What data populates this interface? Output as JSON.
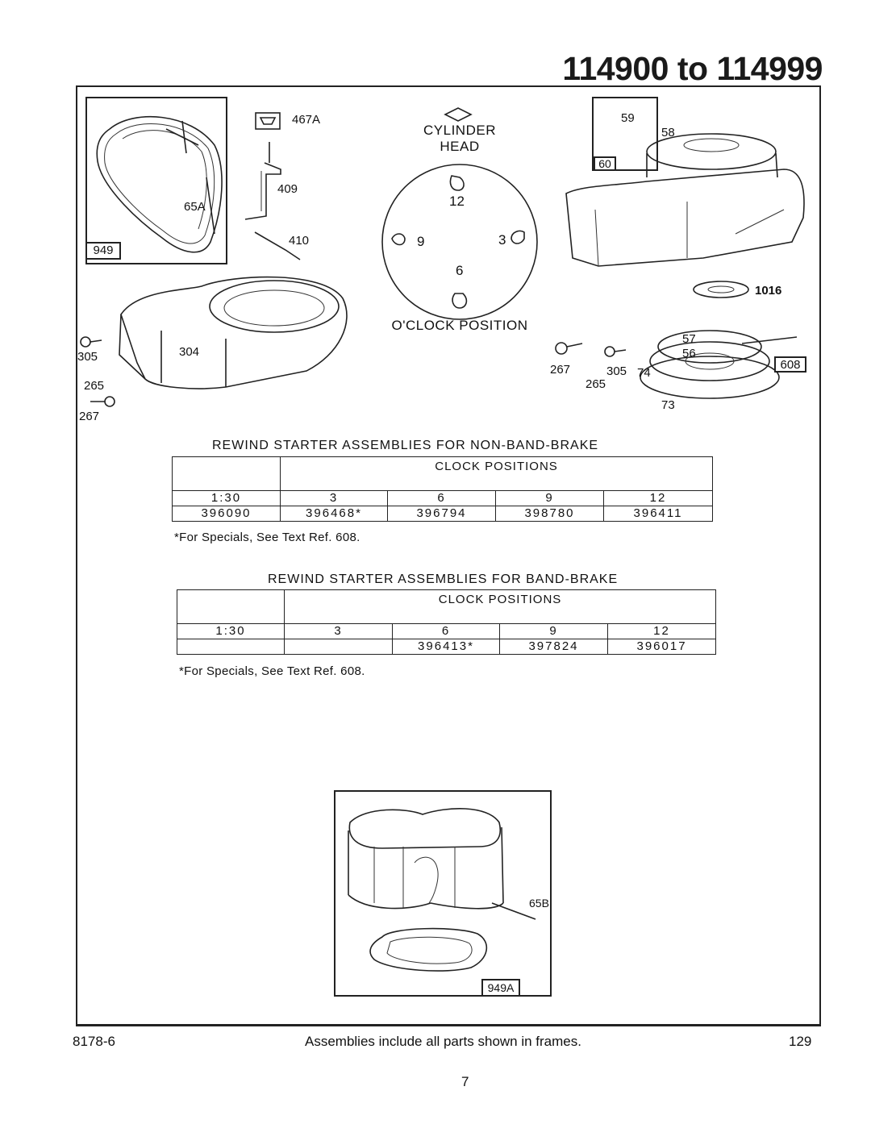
{
  "header": {
    "title": "114900 to 114999"
  },
  "diagrams": {
    "clock_caption": {
      "line1": "CYLINDER",
      "line2": "HEAD",
      "bottom": "O'CLOCK POSITION"
    },
    "clock_positions": {
      "p12": "12",
      "p9": "9",
      "p3": "3",
      "p6": "6"
    },
    "frame_tags": {
      "f949": "949",
      "f60": "60",
      "f608": "608",
      "f949a": "949A"
    },
    "part_numbers": {
      "p467a": "467A",
      "p409": "409",
      "p410": "410",
      "p65a": "65A",
      "p305_left": "305",
      "p304": "304",
      "p265_left": "265",
      "p267_left": "267",
      "p59": "59",
      "p58": "58",
      "p1016": "1016",
      "p57": "57",
      "p56": "56",
      "p267_right": "267",
      "p305_right": "305",
      "p265_right": "265",
      "p74": "74",
      "p73": "73",
      "p65b": "65B"
    }
  },
  "tables": {
    "non_band_brake": {
      "heading": "REWIND STARTER ASSEMBLIES FOR NON-BAND-BRAKE",
      "group_header": "CLOCK POSITIONS",
      "positions": [
        "1:30",
        "3",
        "6",
        "9",
        "12"
      ],
      "parts": [
        "396090",
        "396468*",
        "396794",
        "398780",
        "396411"
      ],
      "note": "*For Specials, See Text Ref. 608."
    },
    "band_brake": {
      "heading": "REWIND STARTER ASSEMBLIES FOR BAND-BRAKE",
      "group_header": "CLOCK POSITIONS",
      "positions": [
        "1:30",
        "3",
        "6",
        "9",
        "12"
      ],
      "parts": [
        "",
        "",
        "396413*",
        "397824",
        "396017"
      ],
      "note": "*For Specials, See Text Ref. 608."
    }
  },
  "footer": {
    "left": "8178-6",
    "center": "Assemblies include all parts shown in frames.",
    "right": "129",
    "page_number": "7"
  }
}
